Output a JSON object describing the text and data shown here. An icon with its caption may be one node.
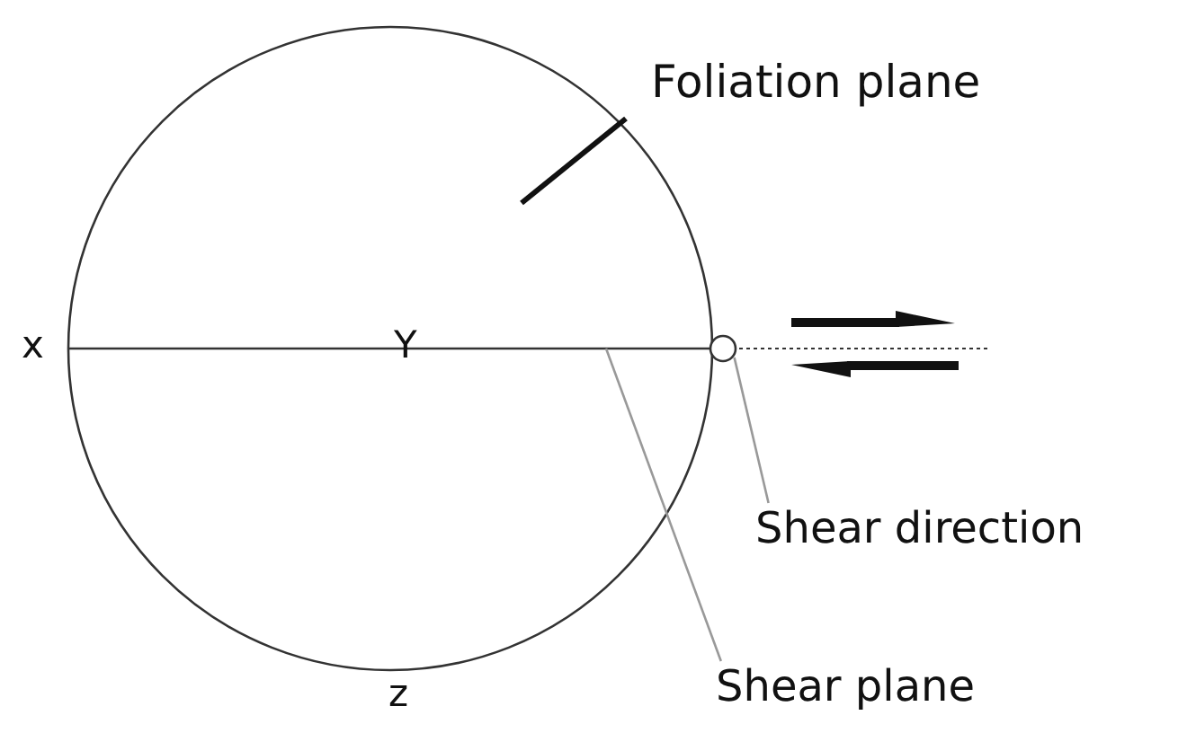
{
  "diagram": {
    "nodes": [
      {
        "text": [
          "Shear direction"
        ]
      },
      {
        "text": [
          "Shear plane"
        ]
      },
      {
        "text": [],
        "shape": "circle"
      }
    ],
    "edges": [
      {
        "from": 0,
        "to": 2,
        "arrow": "none"
      },
      {
        "from": 1,
        "to": null,
        "arrow": "none"
      }
    ],
    "labels": [
      "Foliation plane",
      "x",
      "Y",
      "z"
    ]
  }
}
